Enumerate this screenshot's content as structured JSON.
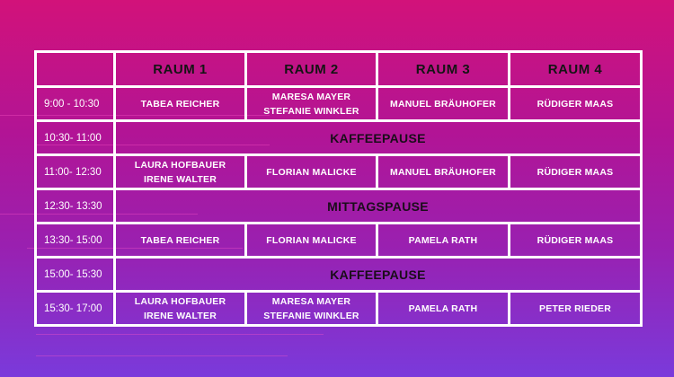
{
  "header": {
    "corner": "",
    "rooms": [
      "RAUM 1",
      "RAUM 2",
      "RAUM 3",
      "RAUM 4"
    ]
  },
  "rows": [
    {
      "time": "9:00 - 10:30",
      "cells": [
        [
          "TABEA REICHER"
        ],
        [
          "MARESA MAYER",
          "STEFANIE WINKLER"
        ],
        [
          "MANUEL BRÄUHOFER"
        ],
        [
          "RÜDIGER MAAS"
        ]
      ]
    },
    {
      "time": "10:30- 11:00",
      "pause": "KAFFEEPAUSE"
    },
    {
      "time": "11:00- 12:30",
      "cells": [
        [
          "LAURA HOFBAUER",
          "IRENE WALTER"
        ],
        [
          "FLORIAN MALICKE"
        ],
        [
          "MANUEL BRÄUHOFER"
        ],
        [
          "RÜDIGER MAAS"
        ]
      ]
    },
    {
      "time": "12:30- 13:30",
      "pause": "MITTAGSPAUSE"
    },
    {
      "time": "13:30- 15:00",
      "cells": [
        [
          "TABEA REICHER"
        ],
        [
          "FLORIAN MALICKE"
        ],
        [
          "PAMELA RATH"
        ],
        [
          "RÜDIGER MAAS"
        ]
      ]
    },
    {
      "time": "15:00- 15:30",
      "pause": "KAFFEEPAUSE"
    },
    {
      "time": "15:30- 17:00",
      "cells": [
        [
          "LAURA HOFBAUER",
          "IRENE WALTER"
        ],
        [
          "MARESA MAYER",
          "STEFANIE WINKLER"
        ],
        [
          "PAMELA RATH"
        ],
        [
          "PETER RIEDER"
        ]
      ]
    }
  ],
  "colors": {
    "background_top": "#d2127a",
    "background_bottom": "#7a3adb",
    "grid_lines": "#ffffff",
    "cell_text": "#ffffff",
    "header_text": "#141414"
  }
}
